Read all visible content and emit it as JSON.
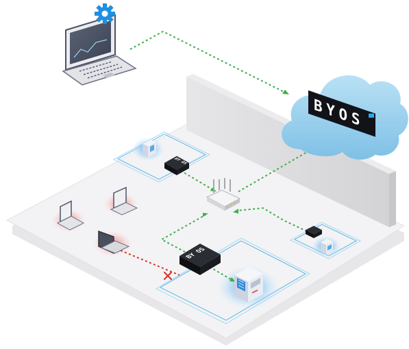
{
  "cloud": {
    "brand_label": "BYOS"
  },
  "devices": {
    "gateway_main_label": "BY OS",
    "gateway_left_label": "BY OS"
  },
  "colors": {
    "link_ok": "#3fae49",
    "link_blocked": "#d9342b",
    "cloud_fill": "#9fd3ee",
    "ring": "#5bb8e8",
    "glow_blue": "#59b6f5",
    "glow_red": "#f59a9a",
    "floor": "#f4f4f5",
    "wall": "#d9d9db"
  },
  "icons": [
    "laptop-icon",
    "gear-icon",
    "cloud-icon",
    "router-icon",
    "gateway-icon",
    "server-icon",
    "cross-icon"
  ]
}
